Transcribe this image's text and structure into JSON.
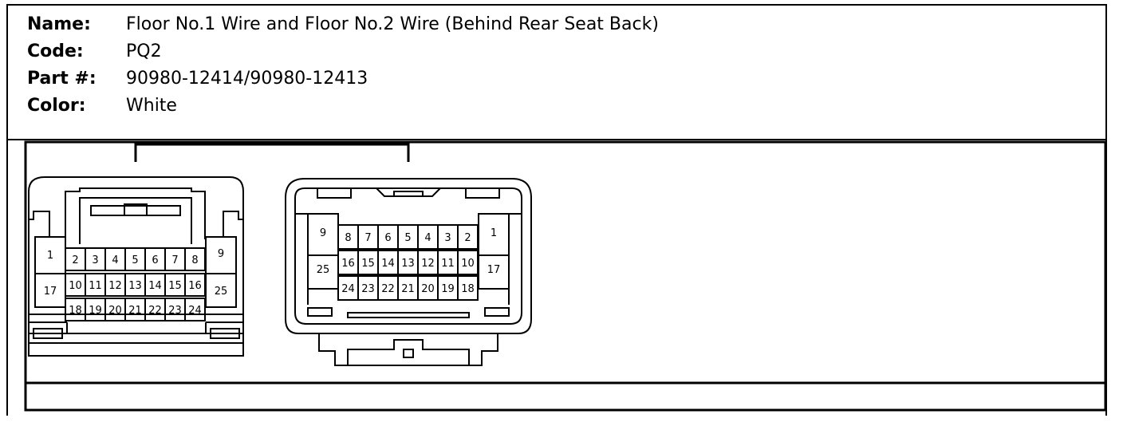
{
  "info": {
    "name_label": "Name:",
    "name_value": "Floor No.1 Wire and Floor No.2 Wire (Behind Rear Seat Back)",
    "code_label": "Code:",
    "code_value": "PQ2",
    "part_label": "Part #:",
    "part_value": "90980-12414/90980-12413",
    "color_label": "Color:",
    "color_value": "White"
  },
  "left_connector": {
    "pin_1": "1",
    "pin_2": "2",
    "pin_3": "3",
    "pin_4": "4",
    "pin_5": "5",
    "pin_6": "6",
    "pin_7": "7",
    "pin_8": "8",
    "pin_9": "9",
    "pin_10": "10",
    "pin_11": "11",
    "pin_12": "12",
    "pin_13": "13",
    "pin_14": "14",
    "pin_15": "15",
    "pin_16": "16",
    "pin_17": "17",
    "pin_18": "18",
    "pin_19": "19",
    "pin_20": "20",
    "pin_21": "21",
    "pin_22": "22",
    "pin_23": "23",
    "pin_24": "24",
    "pin_25": "25"
  },
  "right_connector": {
    "pin_1": "1",
    "pin_2": "2",
    "pin_3": "3",
    "pin_4": "4",
    "pin_5": "5",
    "pin_6": "6",
    "pin_7": "7",
    "pin_8": "8",
    "pin_9": "9",
    "pin_10": "10",
    "pin_11": "11",
    "pin_12": "12",
    "pin_13": "13",
    "pin_14": "14",
    "pin_15": "15",
    "pin_16": "16",
    "pin_17": "17",
    "pin_18": "18",
    "pin_19": "19",
    "pin_20": "20",
    "pin_21": "21",
    "pin_22": "22",
    "pin_23": "23",
    "pin_24": "24",
    "pin_25": "25"
  }
}
